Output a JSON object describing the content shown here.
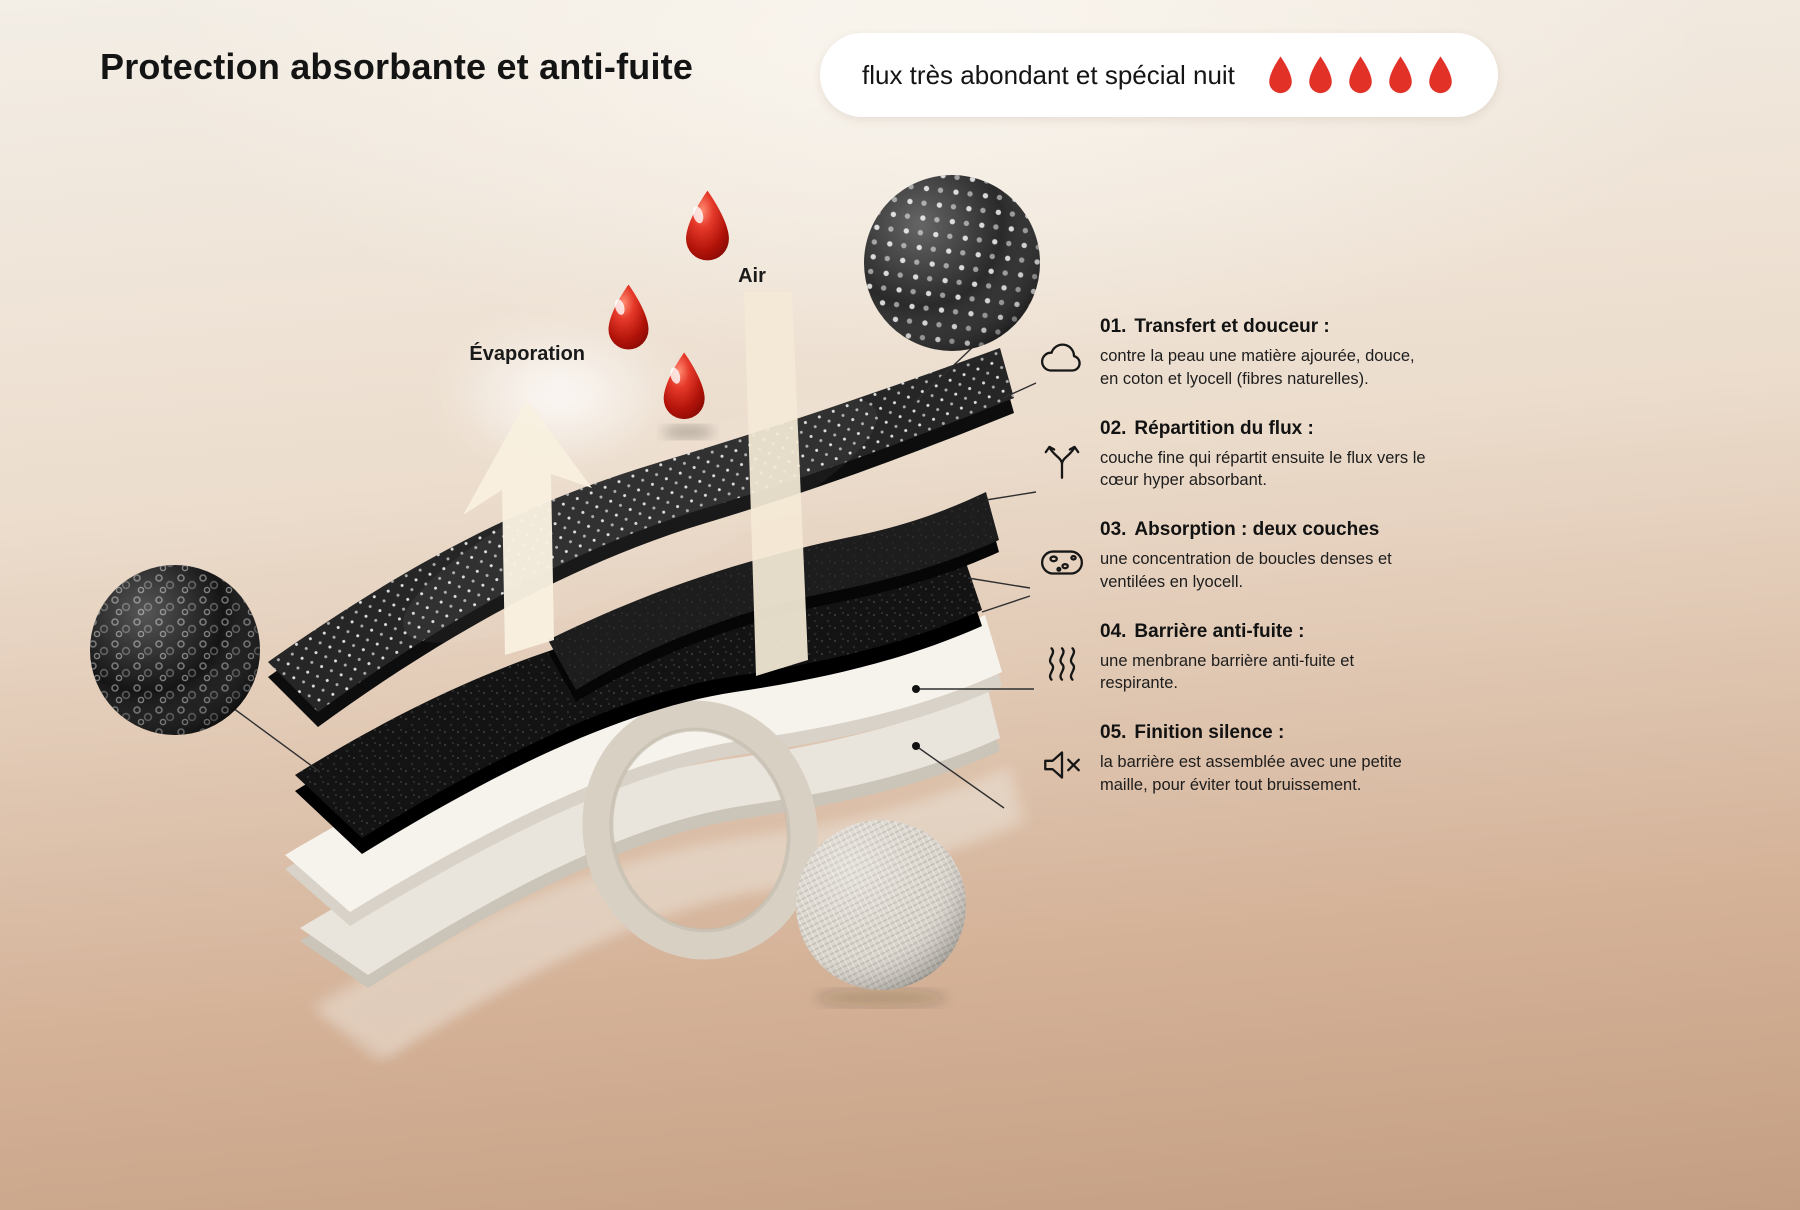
{
  "title": "Protection absorbante et anti-fuite",
  "badge": {
    "label": "flux très abondant et spécial nuit",
    "drop_count": 5,
    "drop_color": "#e23127"
  },
  "diagram": {
    "evaporation_label": "Évaporation",
    "air_label": "Air",
    "swatches": [
      {
        "name": "perforated-topsheet-closeup"
      },
      {
        "name": "dense-loops-closeup"
      },
      {
        "name": "soft-mesh-closeup"
      }
    ]
  },
  "features": [
    {
      "number": "01.",
      "title": "Transfert et douceur :",
      "description": "contre la peau une matière ajourée, douce, en coton et lyocell (fibres naturelles).",
      "icon": "cloud-icon"
    },
    {
      "number": "02.",
      "title": "Répartition du flux :",
      "description": "couche fine qui répartit ensuite le flux vers le cœur hyper absorbant.",
      "icon": "split-arrows-icon"
    },
    {
      "number": "03.",
      "title": "Absorption : deux couches",
      "description": "une concentration de boucles denses et ventilées en lyocell.",
      "icon": "sponge-icon"
    },
    {
      "number": "04.",
      "title": "Barrière anti-fuite :",
      "description": "une menbrane barrière anti-fuite et respirante.",
      "icon": "steam-icon"
    },
    {
      "number": "05.",
      "title": "Finition silence :",
      "description": "la barrière est assemblée avec une petite maille, pour éviter tout bruissement.",
      "icon": "muted-speaker-icon"
    }
  ],
  "colors": {
    "background_top": "#f3eee6",
    "background_bottom": "#c49e82",
    "accent_red": "#e23127",
    "text": "#161616"
  }
}
